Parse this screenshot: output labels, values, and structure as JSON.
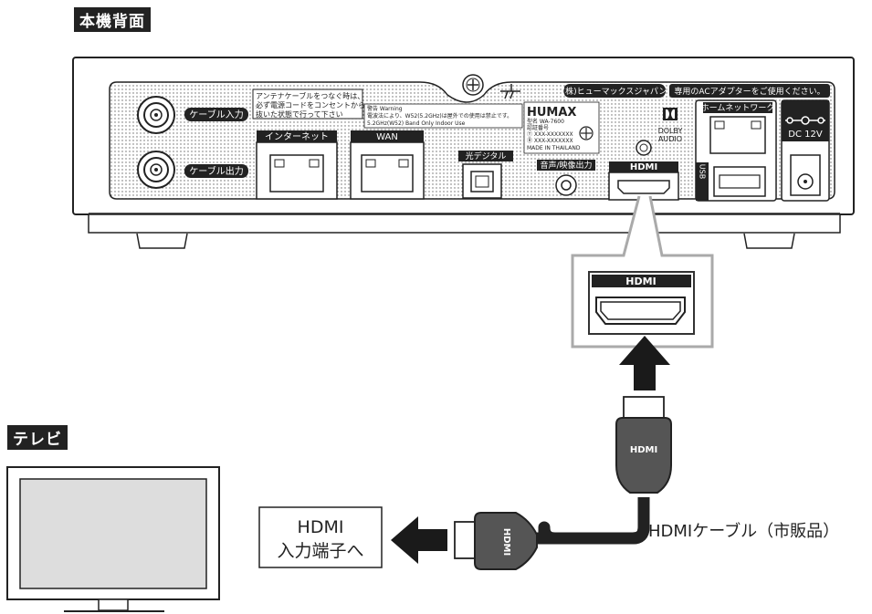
{
  "headings": {
    "rear_panel": "本機背面",
    "tv": "テレビ"
  },
  "device": {
    "antenna_note_line1": "アンテナケーブルをつなぐ時は、",
    "antenna_note_line2": "必ず電源コードをコンセントから",
    "antenna_note_line3": "抜いた状態で行って下さい",
    "cable_in": "ケーブル入力",
    "cable_out": "ケーブル出力",
    "internet": "インターネット",
    "wan": "WAN",
    "warning_line1": "警告 Warning",
    "warning_line2": "電波法により、W52(5.2GHz)は屋外での使用は禁止です。",
    "warning_line3": "5.2GHz(W52) Band Only Indoor Use",
    "optical": "光デジタル",
    "brand": "HUMAX",
    "model_line1": "型名 WA-7600",
    "model_line2": "認証番号",
    "model_line3": "Ⓣ XXX-XXXXXXX",
    "model_line4": "Ⓡ XXX-XXXXXXX",
    "model_line5": "MADE IN THAILAND",
    "audio_video_out": "音声/映像出力",
    "hdmi": "HDMI",
    "company": "(株)ヒューマックスジャパン",
    "adapter_note": "専用のACアダプターをご使用ください。",
    "dolby_line1": "DOLBY",
    "dolby_line2": "AUDIO",
    "home_network": "ホームネットワーク",
    "usb": "USB",
    "dc": "DC 12V"
  },
  "callouts": {
    "tv_input_line1": "HDMI",
    "tv_input_line2": "入力端子へ",
    "cable_label": "HDMIケーブル（市販品）",
    "plug_hdmi": "HDMI"
  }
}
